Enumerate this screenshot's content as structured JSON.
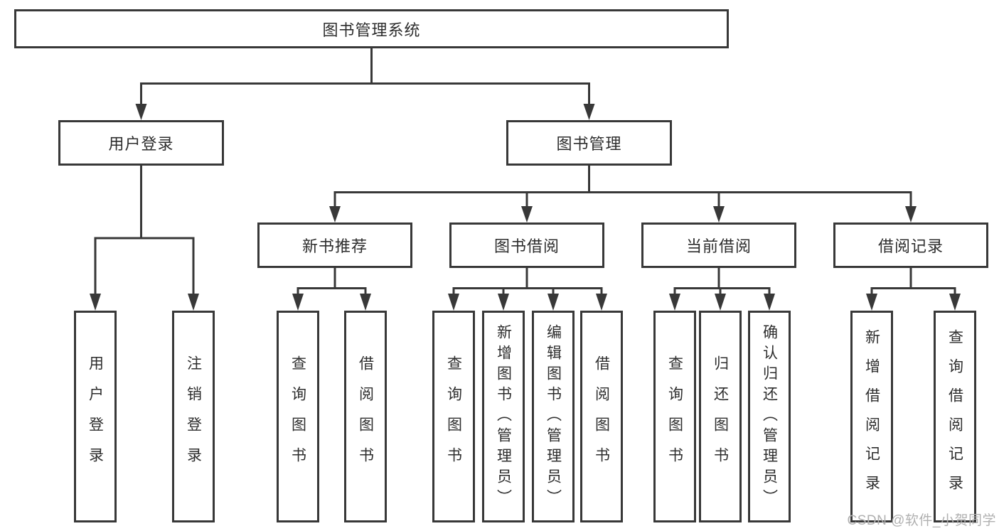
{
  "nodes": {
    "root": {
      "label": "图书管理系统"
    },
    "branches": [
      {
        "label": "用户登录"
      },
      {
        "label": "图书管理"
      }
    ],
    "modules": [
      {
        "label": "新书推荐"
      },
      {
        "label": "图书借阅"
      },
      {
        "label": "当前借阅"
      },
      {
        "label": "借阅记录"
      }
    ],
    "leaves": [
      {
        "label": "用户登录",
        "parent": "用户登录"
      },
      {
        "label": "注销登录",
        "parent": "用户登录"
      },
      {
        "label": "查询图书",
        "parent": "新书推荐"
      },
      {
        "label": "借阅图书",
        "parent": "新书推荐"
      },
      {
        "label": "查询图书",
        "parent": "图书借阅"
      },
      {
        "label": "新增图书（管理员）",
        "parent": "图书借阅"
      },
      {
        "label": "编辑图书（管理员）",
        "parent": "图书借阅"
      },
      {
        "label": "借阅图书",
        "parent": "图书借阅"
      },
      {
        "label": "查询图书",
        "parent": "当前借阅"
      },
      {
        "label": "归还图书",
        "parent": "当前借阅"
      },
      {
        "label": "确认归还（管理员）",
        "parent": "当前借阅"
      },
      {
        "label": "新增借阅记录",
        "parent": "借阅记录"
      },
      {
        "label": "查询借阅记录",
        "parent": "借阅记录"
      }
    ]
  },
  "watermark": {
    "text": "CSDN @软件_小贺同学"
  },
  "colors": {
    "line": "#383838",
    "box_border": "#383838",
    "box_background": "#ffffff",
    "text": "#2d2d2d",
    "watermark": "#b0b0b0",
    "page_background": "#ffffff"
  }
}
